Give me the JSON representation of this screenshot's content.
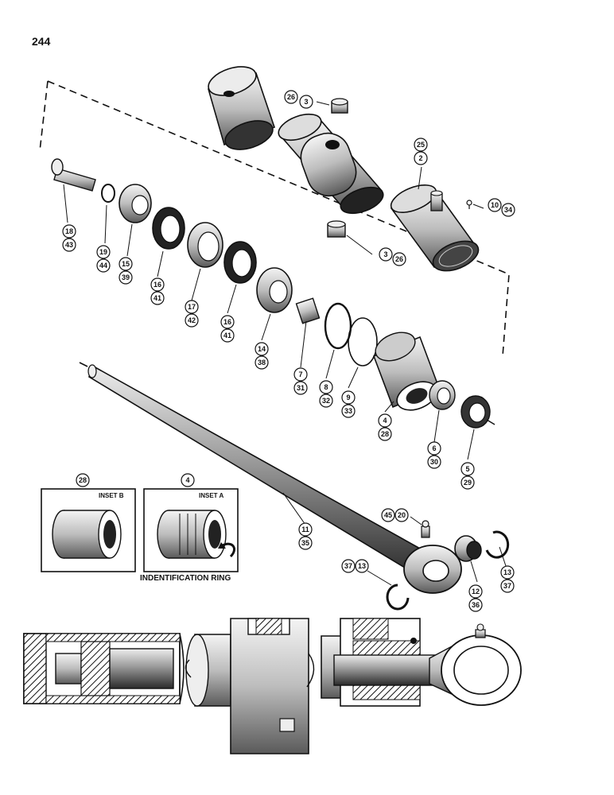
{
  "page_number": "244",
  "callouts": [
    {
      "id": "c26a",
      "text": "26"
    },
    {
      "id": "c3a",
      "text": "3"
    },
    {
      "id": "c25",
      "text": "25"
    },
    {
      "id": "c2",
      "text": "2"
    },
    {
      "id": "c10",
      "text": "10"
    },
    {
      "id": "c34",
      "text": "34"
    },
    {
      "id": "c3b",
      "text": "3"
    },
    {
      "id": "c26b",
      "text": "26"
    },
    {
      "id": "c18",
      "text": "18"
    },
    {
      "id": "c43",
      "text": "43"
    },
    {
      "id": "c19",
      "text": "19"
    },
    {
      "id": "c44",
      "text": "44"
    },
    {
      "id": "c15",
      "text": "15"
    },
    {
      "id": "c39",
      "text": "39"
    },
    {
      "id": "c16a",
      "text": "16"
    },
    {
      "id": "c41a",
      "text": "41"
    },
    {
      "id": "c17",
      "text": "17"
    },
    {
      "id": "c42",
      "text": "42"
    },
    {
      "id": "c16b",
      "text": "16"
    },
    {
      "id": "c41b",
      "text": "41"
    },
    {
      "id": "c14",
      "text": "14"
    },
    {
      "id": "c38",
      "text": "38"
    },
    {
      "id": "c7",
      "text": "7"
    },
    {
      "id": "c31",
      "text": "31"
    },
    {
      "id": "c8",
      "text": "8"
    },
    {
      "id": "c32",
      "text": "32"
    },
    {
      "id": "c9",
      "text": "9"
    },
    {
      "id": "c33",
      "text": "33"
    },
    {
      "id": "c4a",
      "text": "4"
    },
    {
      "id": "c28a",
      "text": "28"
    },
    {
      "id": "c6",
      "text": "6"
    },
    {
      "id": "c30",
      "text": "30"
    },
    {
      "id": "c5",
      "text": "5"
    },
    {
      "id": "c29",
      "text": "29"
    },
    {
      "id": "c28b",
      "text": "28"
    },
    {
      "id": "c4b",
      "text": "4"
    },
    {
      "id": "c45",
      "text": "45"
    },
    {
      "id": "c20",
      "text": "20"
    },
    {
      "id": "c11",
      "text": "11"
    },
    {
      "id": "c35",
      "text": "35"
    },
    {
      "id": "c37a",
      "text": "37"
    },
    {
      "id": "c13a",
      "text": "13"
    },
    {
      "id": "c12",
      "text": "12"
    },
    {
      "id": "c36",
      "text": "36"
    },
    {
      "id": "c13b",
      "text": "13"
    },
    {
      "id": "c37b",
      "text": "37"
    }
  ],
  "insets": {
    "b_label": "INSET B",
    "a_label": "INSET A",
    "caption": "INDENTIFICATION RING"
  }
}
